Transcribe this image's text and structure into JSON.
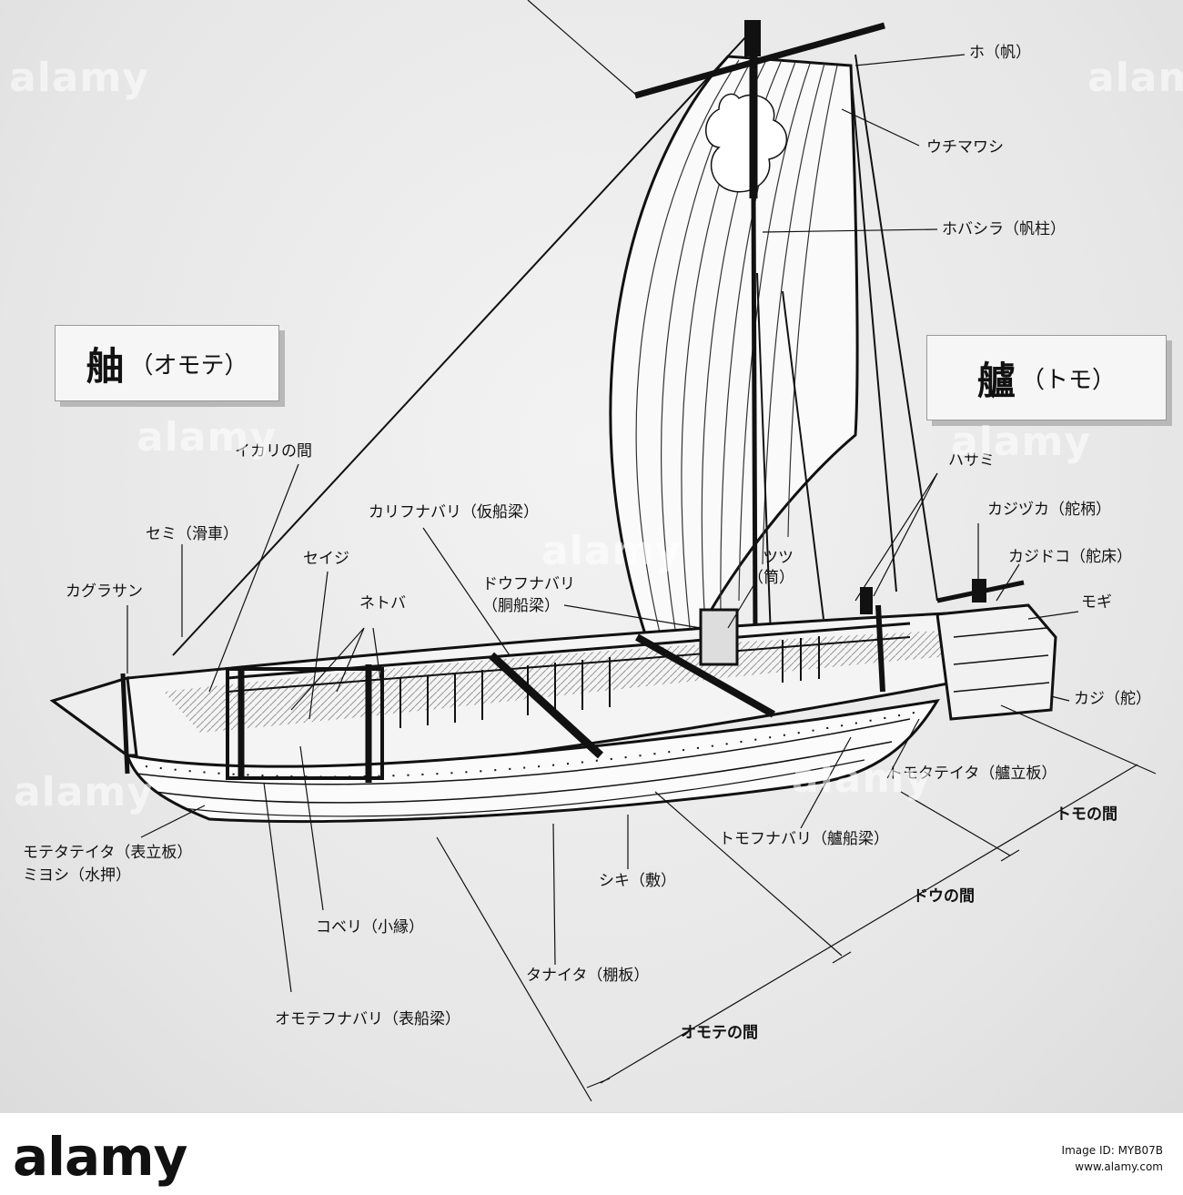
{
  "titles": {
    "bow_kanji": "舳",
    "bow_kana": "（オモテ）",
    "stern_kanji": "艫",
    "stern_kana": "（トモ）"
  },
  "labels": {
    "ho": "ホ（帆）",
    "uchimawashi": "ウチマワシ",
    "hobashira": "ホバシラ（帆柱）",
    "hasami": "ハサミ",
    "kajizuka": "カジヅカ（舵柄）",
    "kajidoko": "カジドコ（舵床）",
    "mogi": "モギ",
    "kaji": "カジ（舵）",
    "tomotateita": "トモタテイタ（艫立板）",
    "tomofunabari": "トモフナバリ（艫船梁）",
    "ikari": "イカリの間",
    "karifunabari": "カリフナバリ（仮船梁）",
    "semi": "セミ（滑車）",
    "seiji": "セイジ",
    "tsutsu": "ツツ",
    "tsutsu_kanji": "（筒）",
    "dofunabari": "ドウフナバリ",
    "dofunabari_kanji": "（胴船梁）",
    "netoba": "ネトバ",
    "kagurasan": "カグラサン",
    "motetateita": "モテタテイタ（表立板）",
    "miyoshi": "ミヨシ（水押）",
    "shiki": "シキ（敷）",
    "koberi": "コベリ（小縁）",
    "tanaita": "タナイタ（棚板）",
    "omotefunabari": "オモテフナバリ（表船梁）"
  },
  "dimensions": {
    "tomo_no_ma": "トモの間",
    "do_no_ma": "ドウの間",
    "omote_no_ma": "オモテの間"
  },
  "watermark": "alamy",
  "footer": {
    "logo": "alamy",
    "image_id_line": "Image ID: MYB07B",
    "site": "www.alamy.com"
  }
}
